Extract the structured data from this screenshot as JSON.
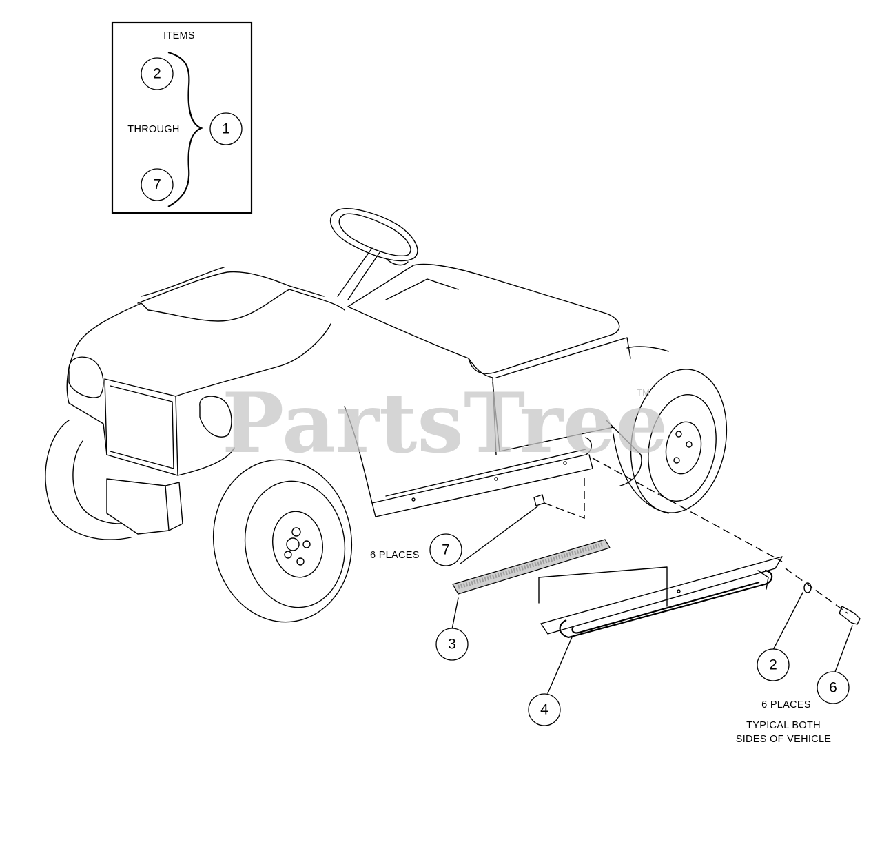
{
  "legend": {
    "heading": "ITEMS",
    "through_label": "THROUGH",
    "from_item": "2",
    "to_item": "7",
    "assembly_item": "1"
  },
  "watermark": {
    "text": "PartsTree",
    "mark": "TM"
  },
  "callouts": {
    "item_7": "7",
    "item_3": "3",
    "item_4": "4",
    "item_2": "2",
    "item_6": "6"
  },
  "notes": {
    "six_places_left": "6 PLACES",
    "six_places_right": "6 PLACES",
    "typical_line1": "TYPICAL BOTH",
    "typical_line2": "SIDES OF VEHICLE"
  }
}
